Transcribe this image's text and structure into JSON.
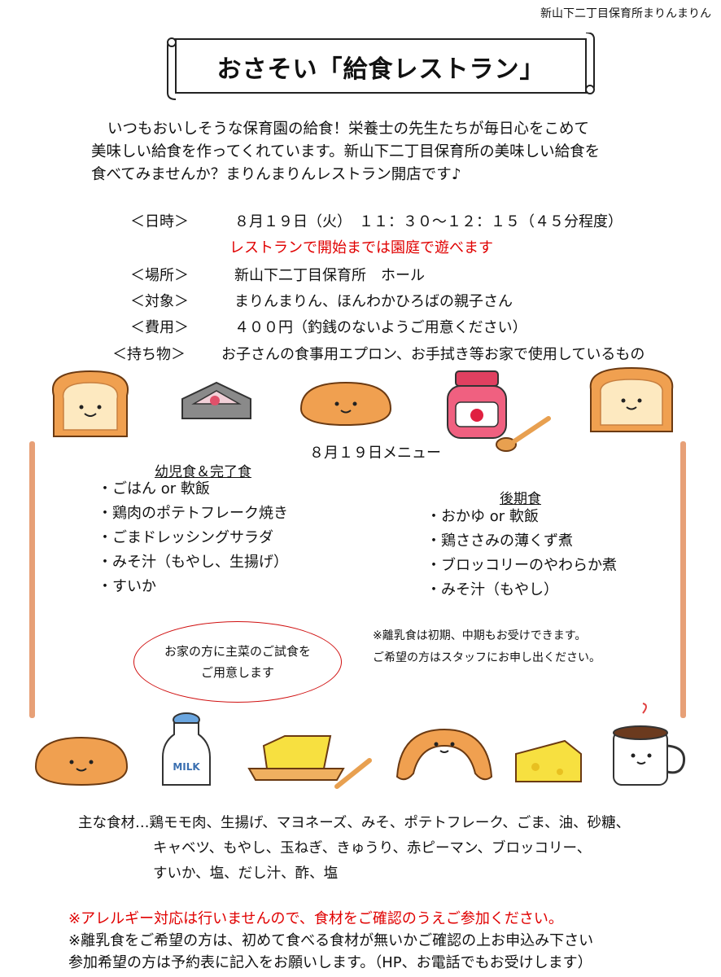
{
  "header": {
    "organization": "新山下二丁目保育所まりんまりん",
    "title": "おさそい「給食レストラン」"
  },
  "intro": {
    "line1": "いつもおいしそうな保育園の給食！栄養士の先生たちが毎日心をこめて",
    "line2": "美味しい給食を作ってくれています。新山下二丁目保育所の美味しい給食を",
    "line3": "食べてみませんか？まりんまりんレストラン開店です♪"
  },
  "info": {
    "date_label": "＜日時＞",
    "date_value": "８月１９日（火）　１１：３０～１２：１５（４５分程度）",
    "date_note": "レストランで開始までは園庭で遊べます",
    "place_label": "＜場所＞",
    "place_value": "新山下二丁目保育所　ホール",
    "target_label": "＜対象＞",
    "target_value": "まりんまりん、ほんわかひろばの親子さん",
    "fee_label": "＜費用＞",
    "fee_value": "４００円（釣銭のないようご用意ください）",
    "bring_label": "＜持ち物＞",
    "bring_value": "お子さんの食事用エプロン、お手拭き等お家で使用しているもの"
  },
  "menu": {
    "title": "８月１９日メニュー",
    "infant": {
      "heading": "幼児食＆完了食",
      "items": [
        "・ごはん or 軟飯",
        "・鶏肉のポテトフレーク焼き",
        "・ごまドレッシングサラダ",
        "・みそ汁（もやし、生揚げ）",
        "・すいか"
      ]
    },
    "late": {
      "heading": "後期食",
      "items": [
        "・おかゆ or 軟飯",
        "・鶏ささみの薄くず煮",
        "・ブロッコリーのやわらか煮",
        "・みそ汁（もやし）"
      ]
    }
  },
  "oval": {
    "line1": "お家の方に主菜のご試食を",
    "line2": "ご用意します"
  },
  "note": {
    "line1": "※離乳食は初期、中期もお受けできます。",
    "line2": "ご希望の方はスタッフにお申し出ください。"
  },
  "ingredients": {
    "line1": "主な食材…鶏モモ肉、生揚げ、マヨネーズ、みそ、ポテトフレーク、ごま、油、砂糖、",
    "line2": "キャベツ、もやし、玉ねぎ、きゅうり、赤ピーマン、ブロッコリー、",
    "line3": "すいか、塩、だし汁、酢、塩"
  },
  "footer": {
    "allergy": "※アレルギー対応は行いませんので、食材をご確認のうえご参加ください。",
    "baby_food": "※離乳食をご希望の方は、初めて食べる食材が無いかご確認の上お申込み下さい",
    "reservation": "参加希望の方は予約表に記入をお願いします。（HP、お電話でもお受けします）"
  },
  "icons": [
    "bread-slice-icon",
    "cake-slice-icon",
    "bun-icon",
    "jam-jar-icon",
    "spoon-icon",
    "toast-icon",
    "sweet-bun-icon",
    "milk-bottle-icon",
    "butter-icon",
    "croissant-icon",
    "cheese-icon",
    "coffee-cup-icon"
  ],
  "colors": {
    "red": "#e00000",
    "accent_line": "#e7a077",
    "bread": "#f0a050",
    "oval_border": "#d01010"
  },
  "milk_label": "MILK"
}
